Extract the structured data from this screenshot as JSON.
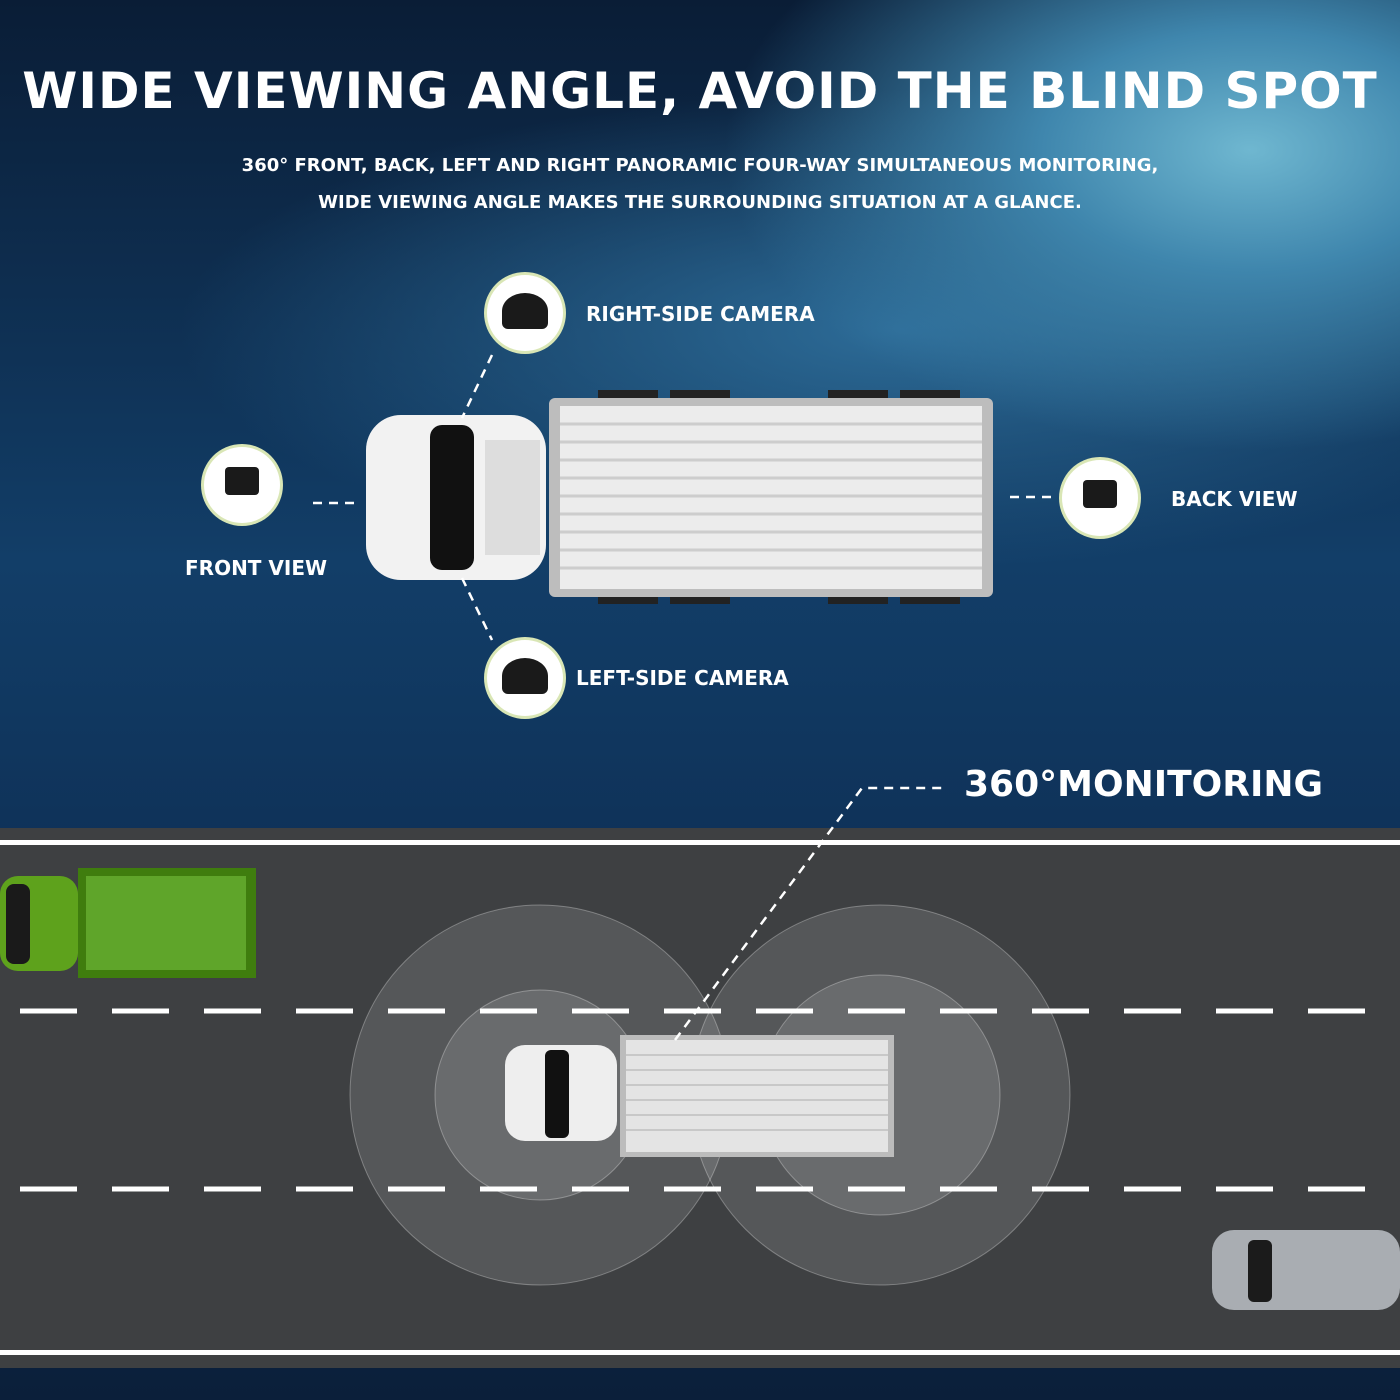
{
  "header": {
    "title": "WIDE VIEWING ANGLE, AVOID THE BLIND SPOT",
    "subtitle_line1": "360° FRONT, BACK, LEFT AND RIGHT PANORAMIC FOUR-WAY SIMULTANEOUS MONITORING,",
    "subtitle_line2": "WIDE VIEWING ANGLE MAKES THE SURROUNDING SITUATION AT A GLANCE."
  },
  "cameras": {
    "right": "RIGHT-SIDE CAMERA",
    "front": "FRONT VIEW",
    "back": "BACK VIEW",
    "left": "LEFT-SIDE CAMERA"
  },
  "monitoring_label": "360°MONITORING",
  "icons": [
    "dome-camera-icon",
    "box-camera-icon",
    "truck-illustration",
    "car-illustration"
  ],
  "colors": {
    "road": "#3e4042",
    "green_truck": "#4c8c12",
    "text": "#ffffff"
  }
}
